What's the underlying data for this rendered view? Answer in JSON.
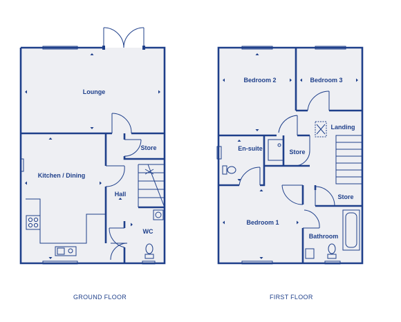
{
  "ground_floor": {
    "caption": "GROUND FLOOR",
    "rooms": {
      "lounge": "Lounge",
      "kitchen": "Kitchen / Dining",
      "hall": "Hall",
      "store": "Store",
      "wc": "WC"
    }
  },
  "first_floor": {
    "caption": "FIRST FLOOR",
    "rooms": {
      "bedroom2": "Bedroom 2",
      "bedroom3": "Bedroom 3",
      "landing": "Landing",
      "ensuite": "En-suite",
      "store1": "Store",
      "store2": "Store",
      "bedroom1": "Bedroom 1",
      "bathroom": "Bathroom"
    }
  },
  "colors": {
    "line": "#1e3f8a",
    "floor_fill": "#eeeff3"
  }
}
